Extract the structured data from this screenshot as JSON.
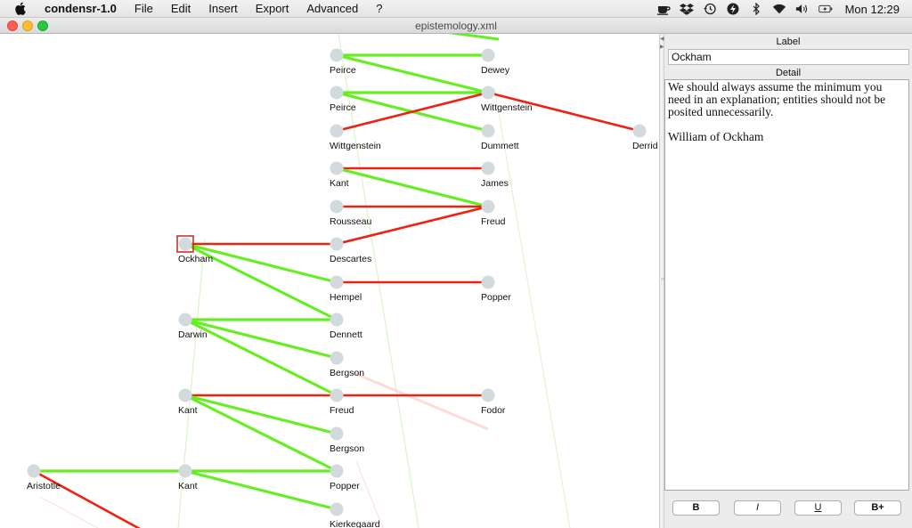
{
  "menubar": {
    "app_name": "condensr-1.0",
    "items": [
      "File",
      "Edit",
      "Insert",
      "Export",
      "Advanced",
      "?"
    ],
    "clock": "Mon 12:29"
  },
  "window": {
    "title": "epistemology.xml"
  },
  "graph": {
    "selected_node": "Ockham",
    "nodes": [
      {
        "id": "peirce1",
        "label": "Peirce"
      },
      {
        "id": "peirce2",
        "label": "Peirce"
      },
      {
        "id": "wittgenstein_l",
        "label": "Wittgenstein"
      },
      {
        "id": "kant1",
        "label": "Kant"
      },
      {
        "id": "rousseau",
        "label": "Rousseau"
      },
      {
        "id": "descartes",
        "label": "Descartes"
      },
      {
        "id": "hempel",
        "label": "Hempel"
      },
      {
        "id": "dennett",
        "label": "Dennett"
      },
      {
        "id": "bergson1",
        "label": "Bergson"
      },
      {
        "id": "freud1",
        "label": "Freud"
      },
      {
        "id": "bergson2",
        "label": "Bergson"
      },
      {
        "id": "popper1",
        "label": "Popper"
      },
      {
        "id": "kierkegaard",
        "label": "Kierkegaard"
      },
      {
        "id": "dewey",
        "label": "Dewey"
      },
      {
        "id": "wittgenstein_r",
        "label": "Wittgenstein"
      },
      {
        "id": "dummett",
        "label": "Dummett"
      },
      {
        "id": "james",
        "label": "James"
      },
      {
        "id": "freud2",
        "label": "Freud"
      },
      {
        "id": "popper2",
        "label": "Popper"
      },
      {
        "id": "fodor",
        "label": "Fodor"
      },
      {
        "id": "derrida",
        "label": "Derrid"
      },
      {
        "id": "ockham",
        "label": "Ockham"
      },
      {
        "id": "darwin",
        "label": "Darwin"
      },
      {
        "id": "kant2",
        "label": "Kant"
      },
      {
        "id": "kant3",
        "label": "Kant"
      },
      {
        "id": "aristotle",
        "label": "Aristotle"
      }
    ],
    "edges": [
      {
        "from": "peirce1",
        "to": "dewey",
        "kind": "support"
      },
      {
        "from": "peirce1",
        "to": "wittgenstein_r",
        "kind": "support"
      },
      {
        "from": "peirce2",
        "to": "wittgenstein_r",
        "kind": "support"
      },
      {
        "from": "peirce2",
        "to": "dummett",
        "kind": "support"
      },
      {
        "from": "wittgenstein_l",
        "to": "wittgenstein_r",
        "kind": "oppose"
      },
      {
        "from": "wittgenstein_r",
        "to": "derrida",
        "kind": "oppose"
      },
      {
        "from": "kant1",
        "to": "james",
        "kind": "oppose"
      },
      {
        "from": "kant1",
        "to": "freud2",
        "kind": "support"
      },
      {
        "from": "rousseau",
        "to": "freud2",
        "kind": "oppose"
      },
      {
        "from": "descartes",
        "to": "freud2",
        "kind": "oppose"
      },
      {
        "from": "ockham",
        "to": "descartes",
        "kind": "oppose"
      },
      {
        "from": "ockham",
        "to": "hempel",
        "kind": "support"
      },
      {
        "from": "ockham",
        "to": "dennett",
        "kind": "support"
      },
      {
        "from": "hempel",
        "to": "popper2",
        "kind": "oppose"
      },
      {
        "from": "darwin",
        "to": "dennett",
        "kind": "support"
      },
      {
        "from": "darwin",
        "to": "bergson1",
        "kind": "support"
      },
      {
        "from": "darwin",
        "to": "freud1",
        "kind": "support"
      },
      {
        "from": "kant2",
        "to": "freud1",
        "kind": "oppose"
      },
      {
        "from": "freud1",
        "to": "fodor",
        "kind": "oppose"
      },
      {
        "from": "kant2",
        "to": "bergson2",
        "kind": "support"
      },
      {
        "from": "kant2",
        "to": "popper1",
        "kind": "support"
      },
      {
        "from": "kant3",
        "to": "popper1",
        "kind": "support"
      },
      {
        "from": "kant3",
        "to": "kierkegaard",
        "kind": "support"
      },
      {
        "from": "aristotle",
        "to": "kant3",
        "kind": "support"
      },
      {
        "from": "aristotle",
        "to": "offscreen",
        "kind": "oppose"
      }
    ]
  },
  "panel": {
    "label_heading": "Label",
    "label_value": "Ockham",
    "detail_heading": "Detail",
    "detail_paragraphs": [
      "We should always assume the minimum you need in an explanation; entities should not be posited unnecessarily.",
      "William of Ockham"
    ],
    "format_buttons": {
      "bold": "B",
      "italic": "I",
      "underline": "U",
      "bigger": "B+"
    }
  },
  "colors": {
    "support": "#66ee22",
    "oppose": "#ee2211",
    "node": "#d3dadd",
    "selection": "#d02020"
  }
}
